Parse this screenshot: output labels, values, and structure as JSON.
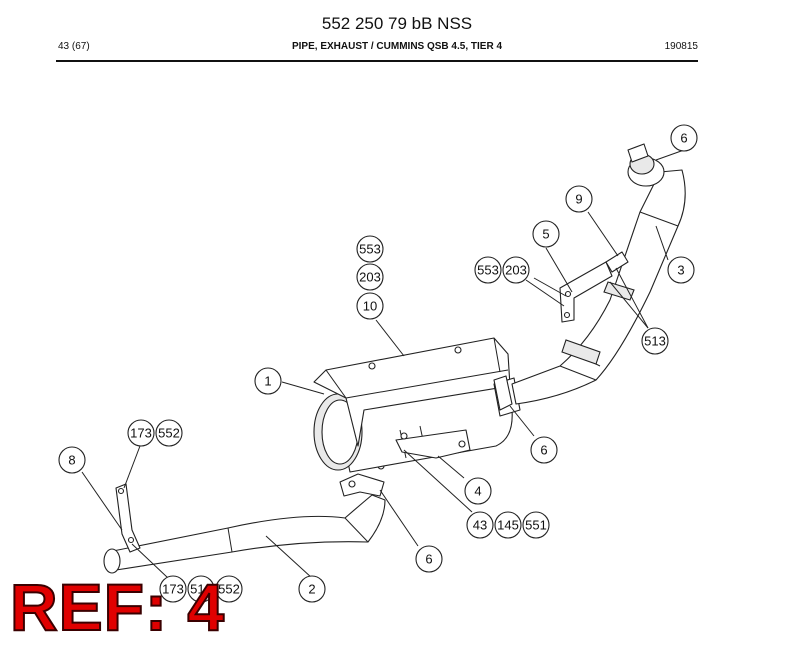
{
  "header": {
    "doc_title": "552 250 79 bB NSS",
    "page": "43 (67)",
    "part_title": "PIPE, EXHAUST / CUMMINS QSB 4.5, TIER 4",
    "date": "190815"
  },
  "callouts": {
    "c1": "1",
    "c2": "2",
    "c3": "3",
    "c4": "4",
    "c5": "5",
    "c6a": "6",
    "c6b": "6",
    "c6c": "6",
    "c8": "8",
    "c9": "9",
    "c10": "10",
    "c43": "43",
    "c145": "145",
    "c551": "551",
    "c173a": "173",
    "c552a": "552",
    "c173b": "173",
    "c510": "510",
    "c552b": "552",
    "c203a": "203",
    "c553a": "553",
    "c553b": "553",
    "c203b": "203",
    "c513": "513"
  },
  "stamp": "REF: 4",
  "colors": {
    "stamp": "#e00000"
  }
}
